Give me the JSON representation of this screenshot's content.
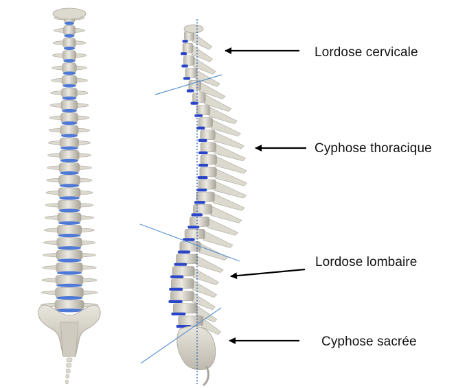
{
  "labels": {
    "cervical": "Lordose cervicale",
    "thoracic": "Cyphose thoracique",
    "lumbar": "Lordose lombaire",
    "sacral": "Cyphose sacrée"
  },
  "colors": {
    "bone": "#dcd9cf",
    "bone_shadow": "#a9a59a",
    "disc": "#2a45c9",
    "disc_front": "#4f79d6",
    "segment_line": "#5b93cf",
    "plumb_line": "#3568b8",
    "arrow": "#000000",
    "text": "#111111"
  }
}
